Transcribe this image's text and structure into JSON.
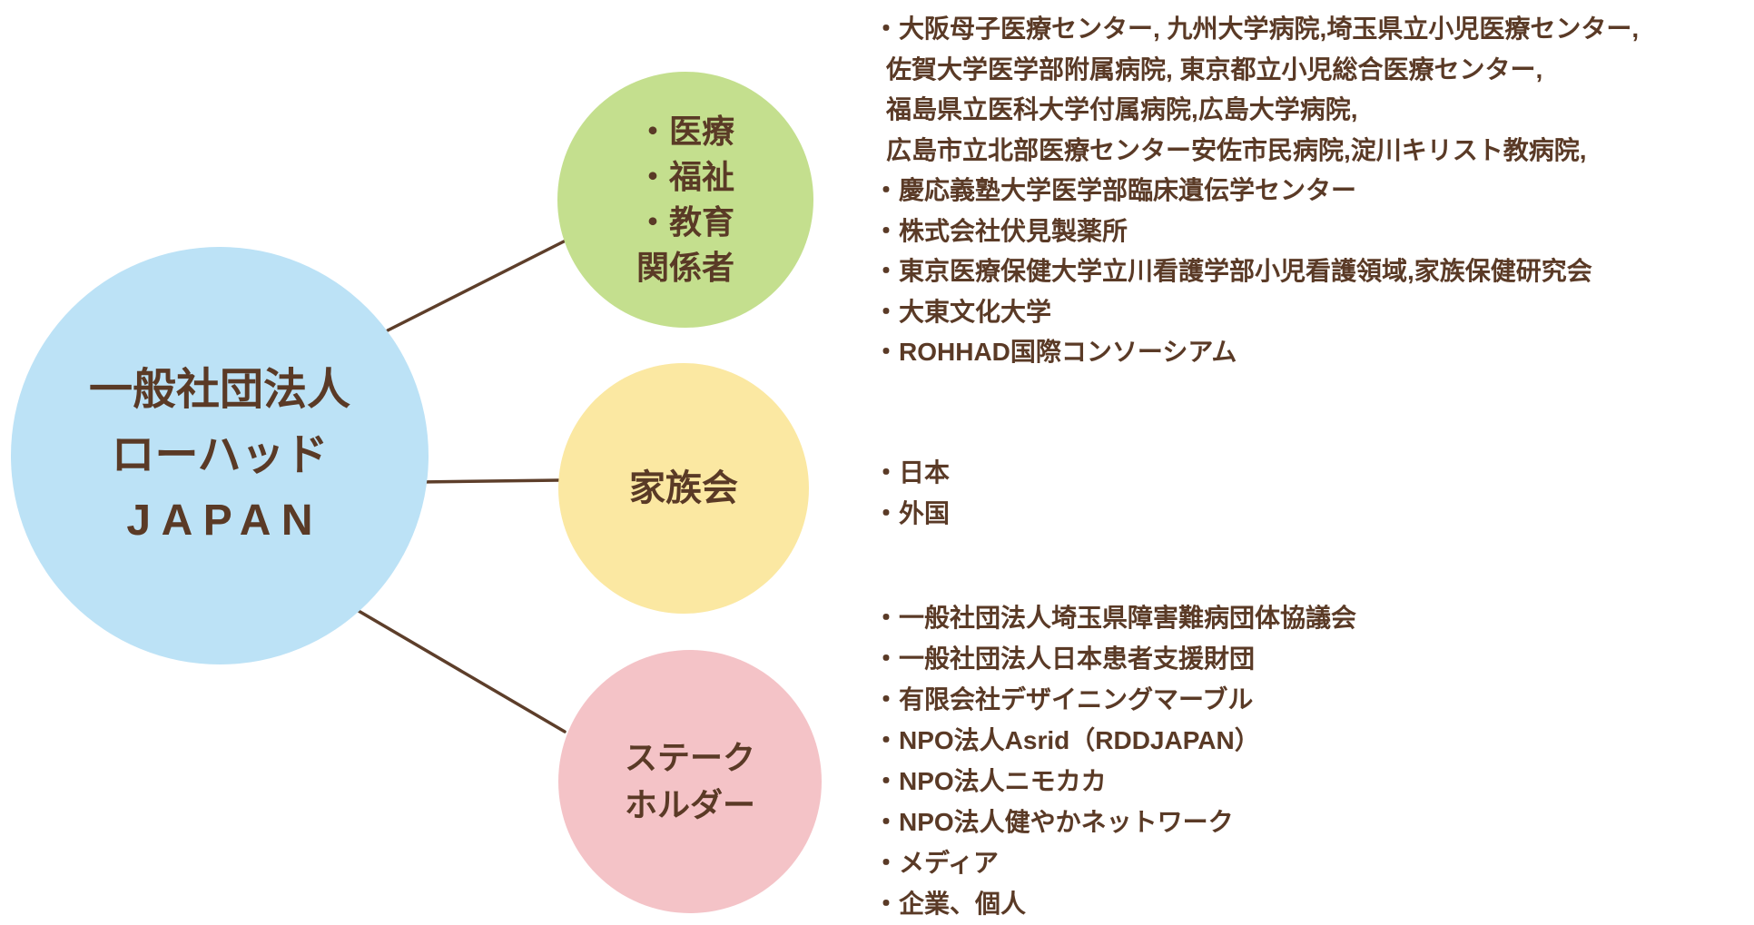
{
  "palette": {
    "hub_fill": "#BCE2F6",
    "medical_fill": "#C4DF8E",
    "family_fill": "#FBE8A2",
    "stakeholder_fill": "#F4C3C7",
    "text_color": "#5A3A26",
    "line_color": "#5D3E2A"
  },
  "hub": {
    "label_lines": [
      "一般社団法人",
      "ローハッド",
      "JAPAN"
    ]
  },
  "groups": {
    "medical": {
      "circle_lines": [
        "・医療",
        "・福祉",
        "・教育",
        "関係者"
      ],
      "items": [
        "・大阪母子医療センター, 九州大学病院,埼玉県立小児医療センター,",
        "佐賀大学医学部附属病院, 東京都立小児総合医療センター,",
        "福島県立医科大学付属病院,広島大学病院,",
        "広島市立北部医療センター安佐市民病院,淀川キリスト教病院,",
        "・慶応義塾大学医学部臨床遺伝学センター",
        "・株式会社伏見製薬所",
        "・東京医療保健大学立川看護学部小児看護領域,家族保健研究会",
        "・大東文化大学",
        "・ROHHAD国際コンソーシアム"
      ]
    },
    "family": {
      "circle_lines": [
        "家族会"
      ],
      "items": [
        "・日本",
        "・外国"
      ]
    },
    "stakeholder": {
      "circle_lines": [
        "ステーク",
        "ホルダー"
      ],
      "items": [
        "・一般社団法人埼玉県障害難病団体協議会",
        "・一般社団法人日本患者支援財団",
        "・有限会社デザイニングマーブル",
        "・NPO法人Asrid（RDDJAPAN）",
        "・NPO法人ニモカカ",
        "・NPO法人健やかネットワーク",
        "・メディア",
        "・企業、個人"
      ]
    }
  }
}
